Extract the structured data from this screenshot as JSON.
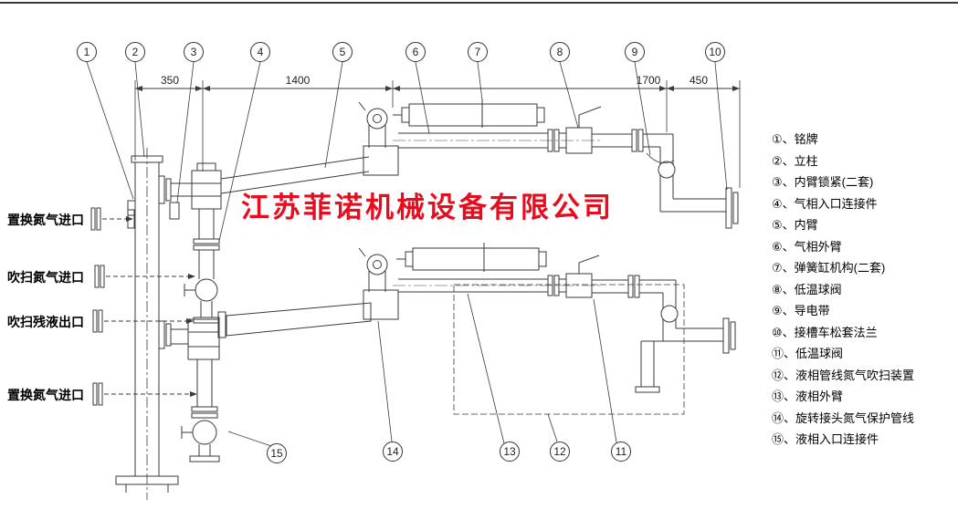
{
  "watermark": {
    "text": "江苏菲诺机械设备有限公司",
    "color": "#e60012"
  },
  "dims": [
    "350",
    "1400",
    "1700",
    "450"
  ],
  "top_callouts": [
    "1",
    "2",
    "3",
    "4",
    "5",
    "6",
    "7",
    "8",
    "9",
    "10"
  ],
  "bottom_callouts": [
    "15",
    "14",
    "13",
    "12",
    "11"
  ],
  "port_labels": [
    "置换氮气进口",
    "吹扫氮气进口",
    "吹扫残液出口",
    "置换氮气进口"
  ],
  "legend": {
    "items": [
      "①、铭牌",
      "②、立柱",
      "③、内臂锁紧(二套)",
      "④、气相入口连接件",
      "⑤、内臂",
      "⑥、气相外臂",
      "⑦、弹簧缸机构(二套)",
      "⑧、低温球阀",
      "⑨、导电带",
      "⑩、接槽车松套法兰",
      "⑪、低温球阀",
      "⑫、液相管线氮气吹扫装置",
      "⑬、液相外臂",
      "⑭、旋转接头氮气保护管线",
      "⑮、液相入口连接件"
    ]
  }
}
